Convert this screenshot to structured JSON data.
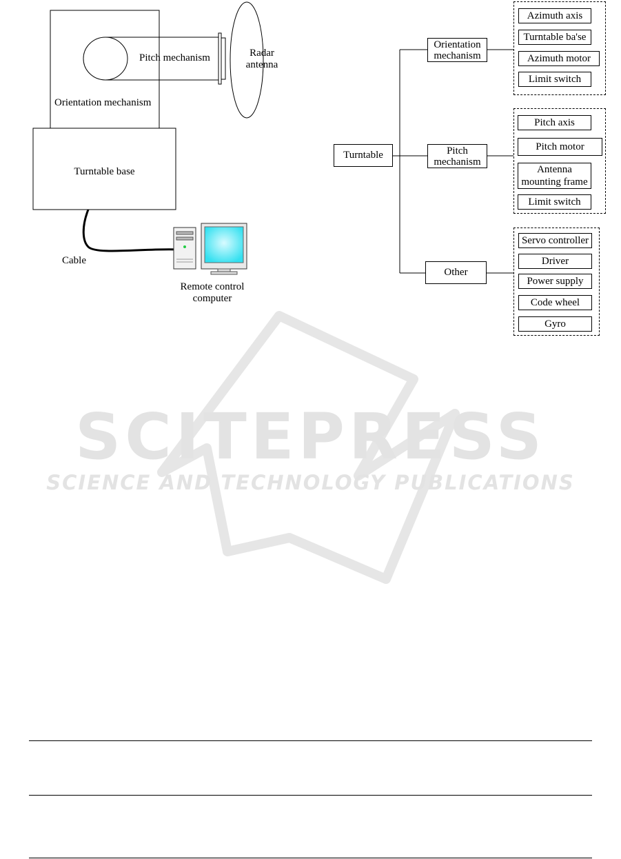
{
  "schematic": {
    "pitch_mechanism": "Pitch mechanism",
    "radar_antenna_line1": "Radar",
    "radar_antenna_line2": "antenna",
    "orientation_mechanism": "Orientation mechanism",
    "turntable_base": "Turntable base",
    "cable": "Cable",
    "computer_line1": "Remote control",
    "computer_line2": "computer"
  },
  "tree": {
    "root": "Turntable",
    "branches": [
      {
        "label": "Orientation mechanism",
        "children": [
          "Azimuth axis",
          "Turntable ba'se",
          "Azimuth motor",
          "Limit switch"
        ]
      },
      {
        "label": "Pitch mechanism",
        "children": [
          "Pitch axis",
          "Pitch motor",
          "Antenna mounting frame",
          "Limit switch"
        ]
      },
      {
        "label": "Other",
        "children": [
          "Servo controller",
          "Driver",
          "Power supply",
          "Code wheel",
          "Gyro"
        ]
      }
    ]
  },
  "watermark": {
    "title": "SCITEPRESS",
    "subtitle": "SCIENCE AND TECHNOLOGY PUBLICATIONS"
  },
  "colors": {
    "line": "#000000",
    "watermark": "#e3e3e3",
    "monitor_screen": "#33e0f0",
    "power_led": "#22cc44"
  }
}
